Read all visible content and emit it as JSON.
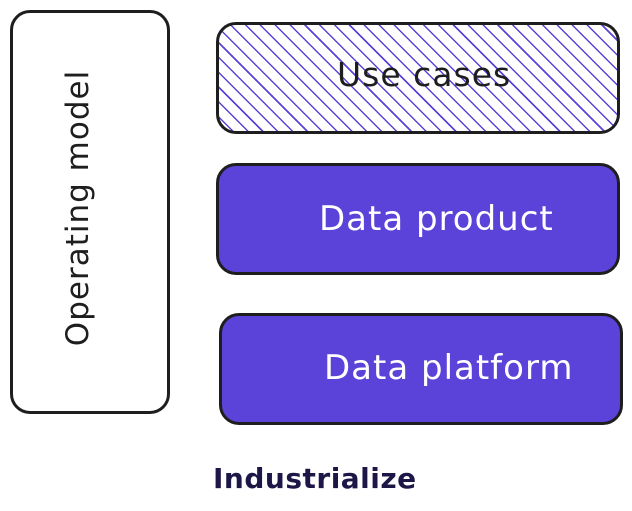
{
  "diagram": {
    "accent_color": "#5b43d9",
    "operating_model": {
      "label": "Operating model"
    },
    "use_cases": {
      "label": "Use cases",
      "fill": "hatched"
    },
    "data_product": {
      "label": "Data product"
    },
    "data_platform": {
      "label": "Data platform"
    },
    "caption": "Industrialize"
  }
}
